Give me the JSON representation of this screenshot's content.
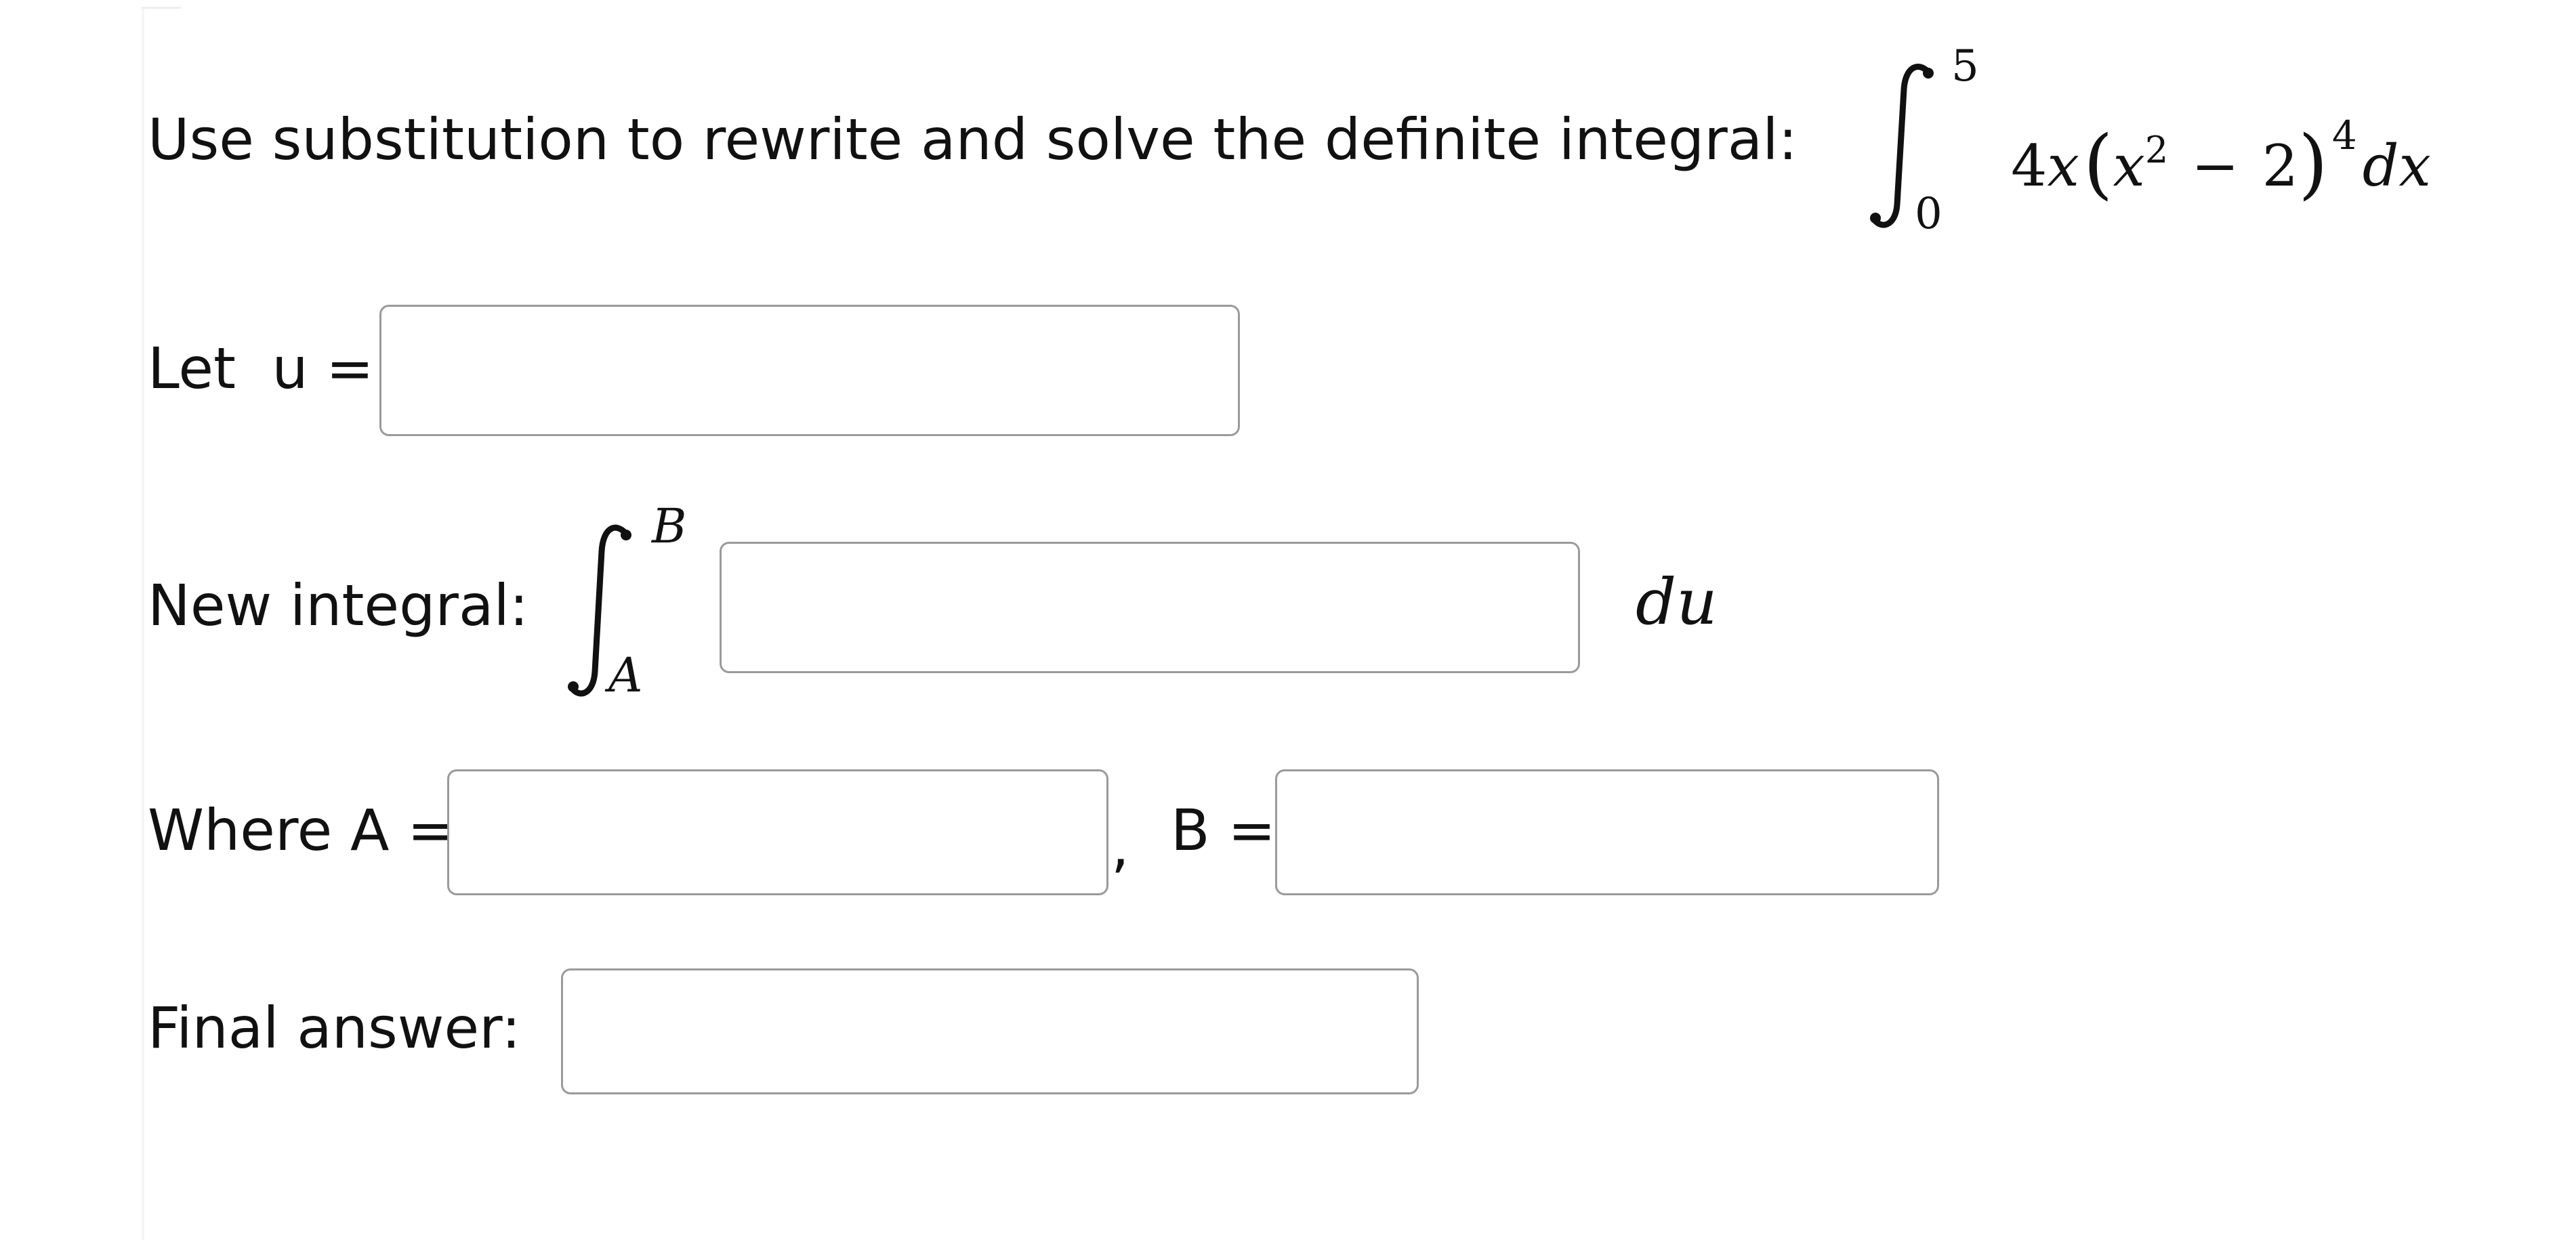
{
  "prompt": {
    "text": "Use substitution to rewrite and solve the definite integral:",
    "integral": {
      "lower": "0",
      "upper": "5",
      "coef": "4",
      "var": "x",
      "inner_var": "x",
      "inner_exp": "2",
      "minus": "−",
      "constant": "2",
      "outer_exp": "4",
      "differential": "dx"
    }
  },
  "let_u": {
    "label": "Let  u =",
    "value": ""
  },
  "new_integral": {
    "label": "New integral:",
    "lower": "A",
    "upper": "B",
    "value": "",
    "differential": "du"
  },
  "bounds": {
    "a_label": "Where A =",
    "a_value": "",
    "separator": ",",
    "b_label": "B =",
    "b_value": ""
  },
  "final_answer": {
    "label": "Final answer:",
    "value": ""
  }
}
